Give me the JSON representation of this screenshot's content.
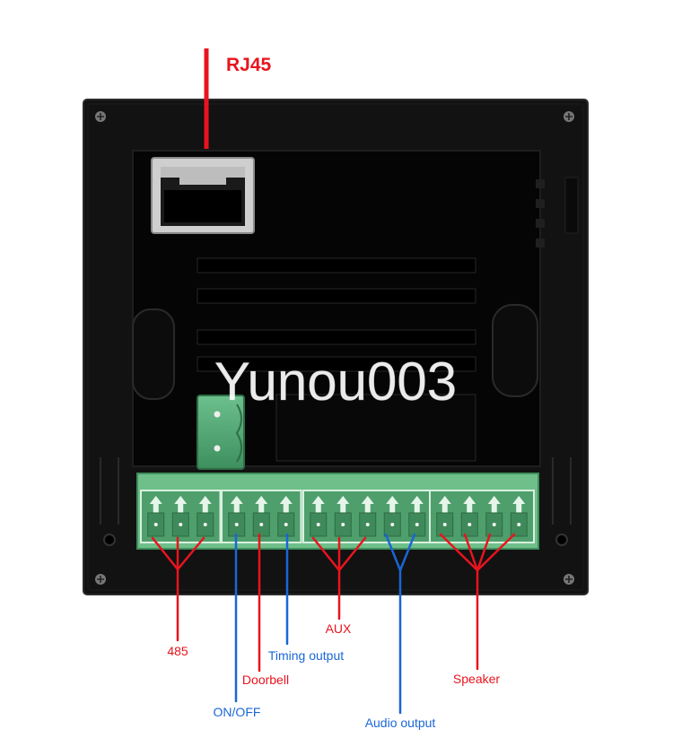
{
  "watermark": "Yunou003",
  "colors": {
    "red": "#e8141e",
    "blue": "#1a66d6",
    "panel": "#101010",
    "terminal": "#58ad7a"
  },
  "labels": {
    "rj45": "RJ45",
    "p485": "485",
    "on_off": "ON/OFF",
    "doorbell": "Doorbell",
    "timing_output": "Timing output",
    "aux": "AUX",
    "audio_output": "Audio output",
    "speaker": "Speaker"
  }
}
